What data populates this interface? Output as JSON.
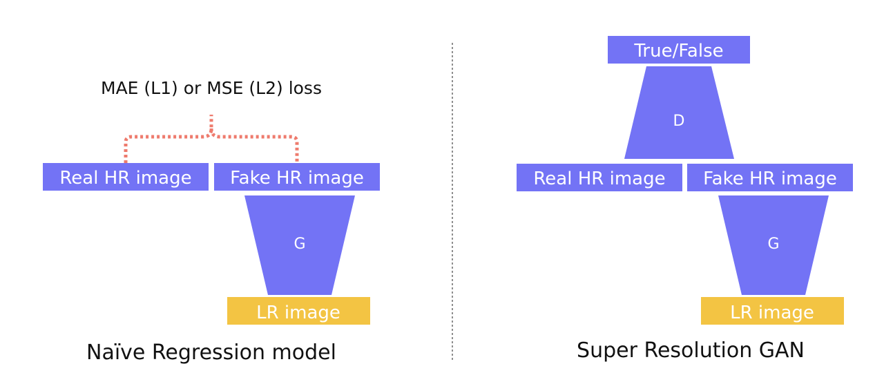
{
  "colors": {
    "block": "#7373f5",
    "lr_block": "#f3c443",
    "loss_bracket": "#ee7b6d",
    "divider": "#444444",
    "text_dark": "#111111",
    "text_light": "#ffffff"
  },
  "left_panel": {
    "loss_label": "MAE (L1) or MSE (L2) loss",
    "real_hr_label": "Real HR image",
    "fake_hr_label": "Fake HR image",
    "generator_label": "G",
    "lr_label": "LR image",
    "caption": "Naïve Regression model"
  },
  "right_panel": {
    "output_label": "True/False",
    "discriminator_label": "D",
    "real_hr_label": "Real HR image",
    "fake_hr_label": "Fake HR image",
    "generator_label": "G",
    "lr_label": "LR image",
    "caption": "Super Resolution GAN"
  }
}
